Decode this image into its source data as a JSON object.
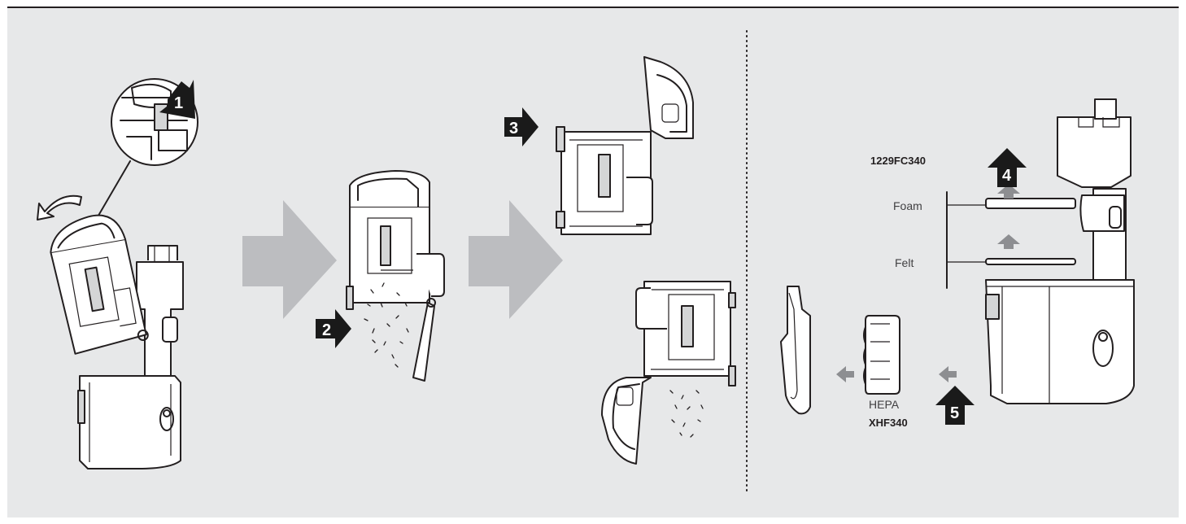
{
  "steps": {
    "step1": "1",
    "step2": "2",
    "step3": "3",
    "step4": "4",
    "step5": "5"
  },
  "filters": {
    "part_number": "1229FC340",
    "foam": "Foam",
    "felt": "Felt",
    "hepa": "HEPA",
    "hepa_part": "XHF340"
  },
  "colors": {
    "panel": "#e7e8e9",
    "big_arrow": "#bcbdc0",
    "small_arrow": "#8d8e91",
    "step_badge": "#1a1a1a"
  }
}
